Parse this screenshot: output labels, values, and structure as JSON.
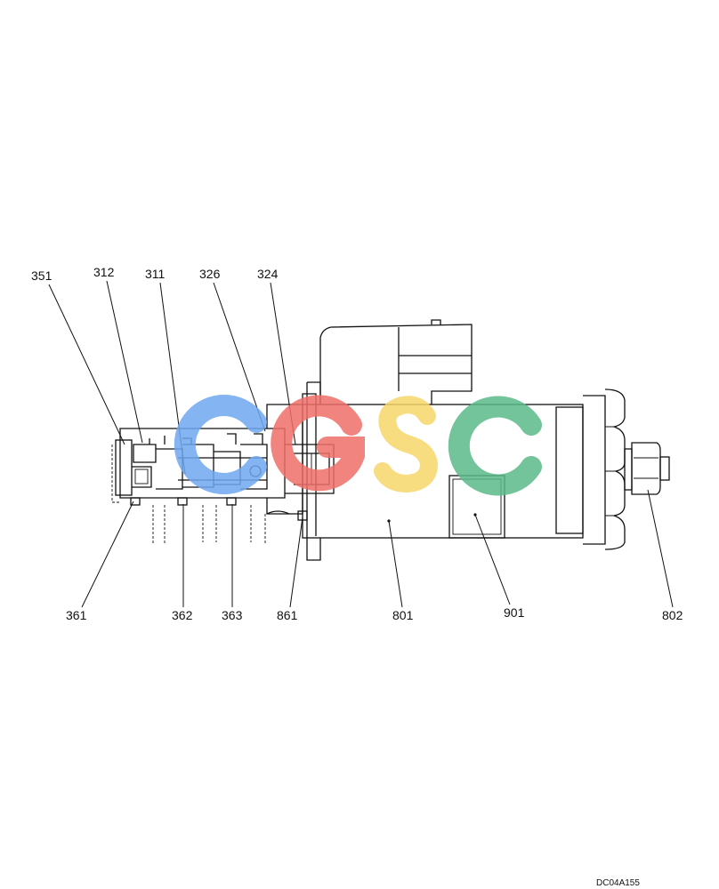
{
  "drawing": {
    "part_labels": {
      "p351": "351",
      "p312": "312",
      "p311": "311",
      "p326": "326",
      "p324": "324",
      "p361": "361",
      "p362": "362",
      "p363": "363",
      "p861": "861",
      "p801": "801",
      "p901": "901",
      "p802": "802"
    },
    "drawing_code": "DC04A155"
  },
  "watermark": {
    "letters": [
      "C",
      "G",
      "S",
      "C"
    ],
    "colors": [
      "#6fa8f0",
      "#ef6f68",
      "#f6d66a",
      "#5bb98a"
    ]
  }
}
